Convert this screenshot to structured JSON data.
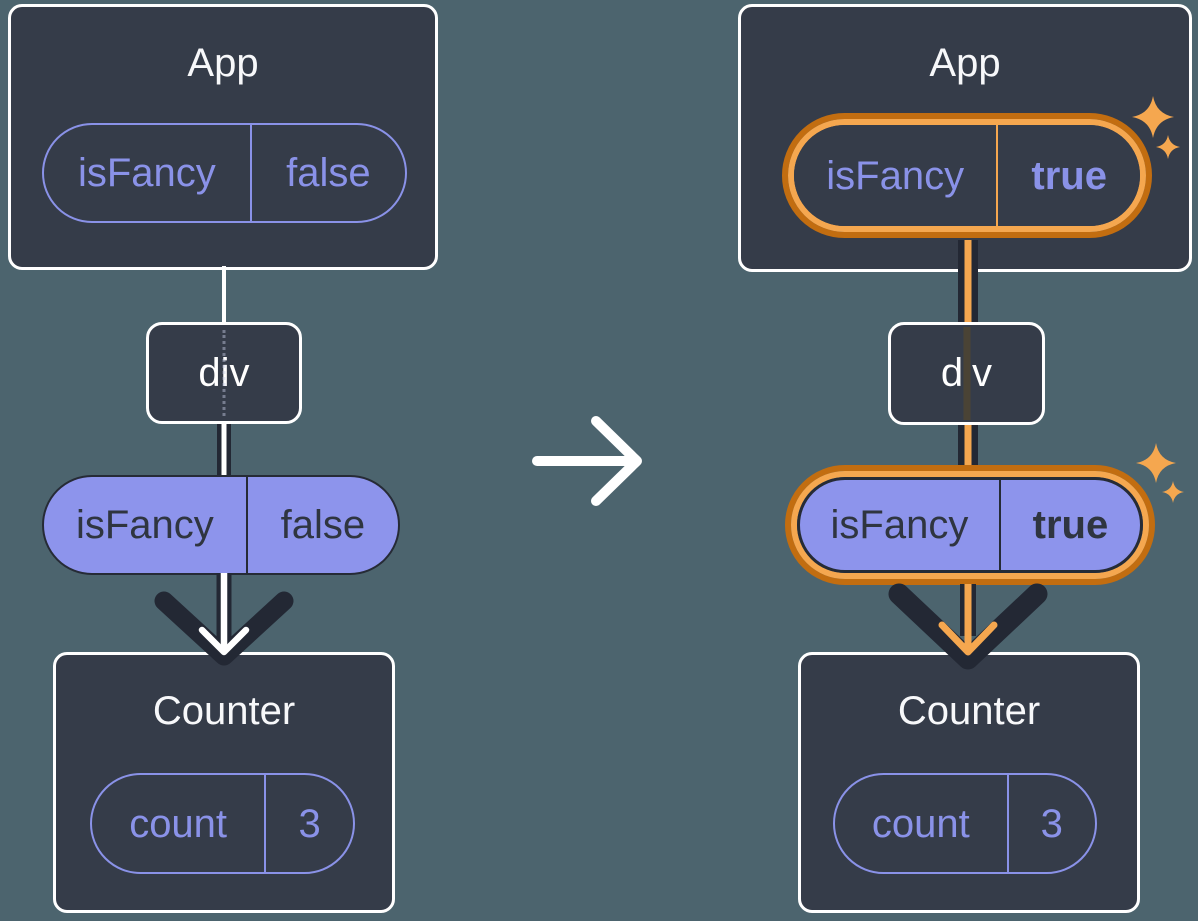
{
  "colors": {
    "page_bg": "#4c646e",
    "card_bg": "#353c49",
    "card_border": "#ffffff",
    "purple_outline": "#8a92e8",
    "purple_fill": "#8d94ec",
    "dark_text": "#2f3540",
    "dark_line": "#232834",
    "orange_dark": "#c26d10",
    "orange_light": "#f5a74f",
    "white": "#ffffff"
  },
  "left": {
    "app": {
      "title": "App",
      "prop_name": "isFancy",
      "prop_value": "false"
    },
    "div": {
      "label": "div"
    },
    "passed_prop": {
      "name": "isFancy",
      "value": "false"
    },
    "counter": {
      "title": "Counter",
      "state_name": "count",
      "state_value": "3"
    }
  },
  "right": {
    "app": {
      "title": "App",
      "prop_name": "isFancy",
      "prop_value": "true"
    },
    "div": {
      "label": "div"
    },
    "passed_prop": {
      "name": "isFancy",
      "value": "true"
    },
    "counter": {
      "title": "Counter",
      "state_name": "count",
      "state_value": "3"
    }
  },
  "icons": {
    "transition_arrow": "arrow-right",
    "flow_arrow_left": "arrow-down-white",
    "flow_arrow_right": "arrow-down-orange",
    "highlight": "sparkles"
  }
}
